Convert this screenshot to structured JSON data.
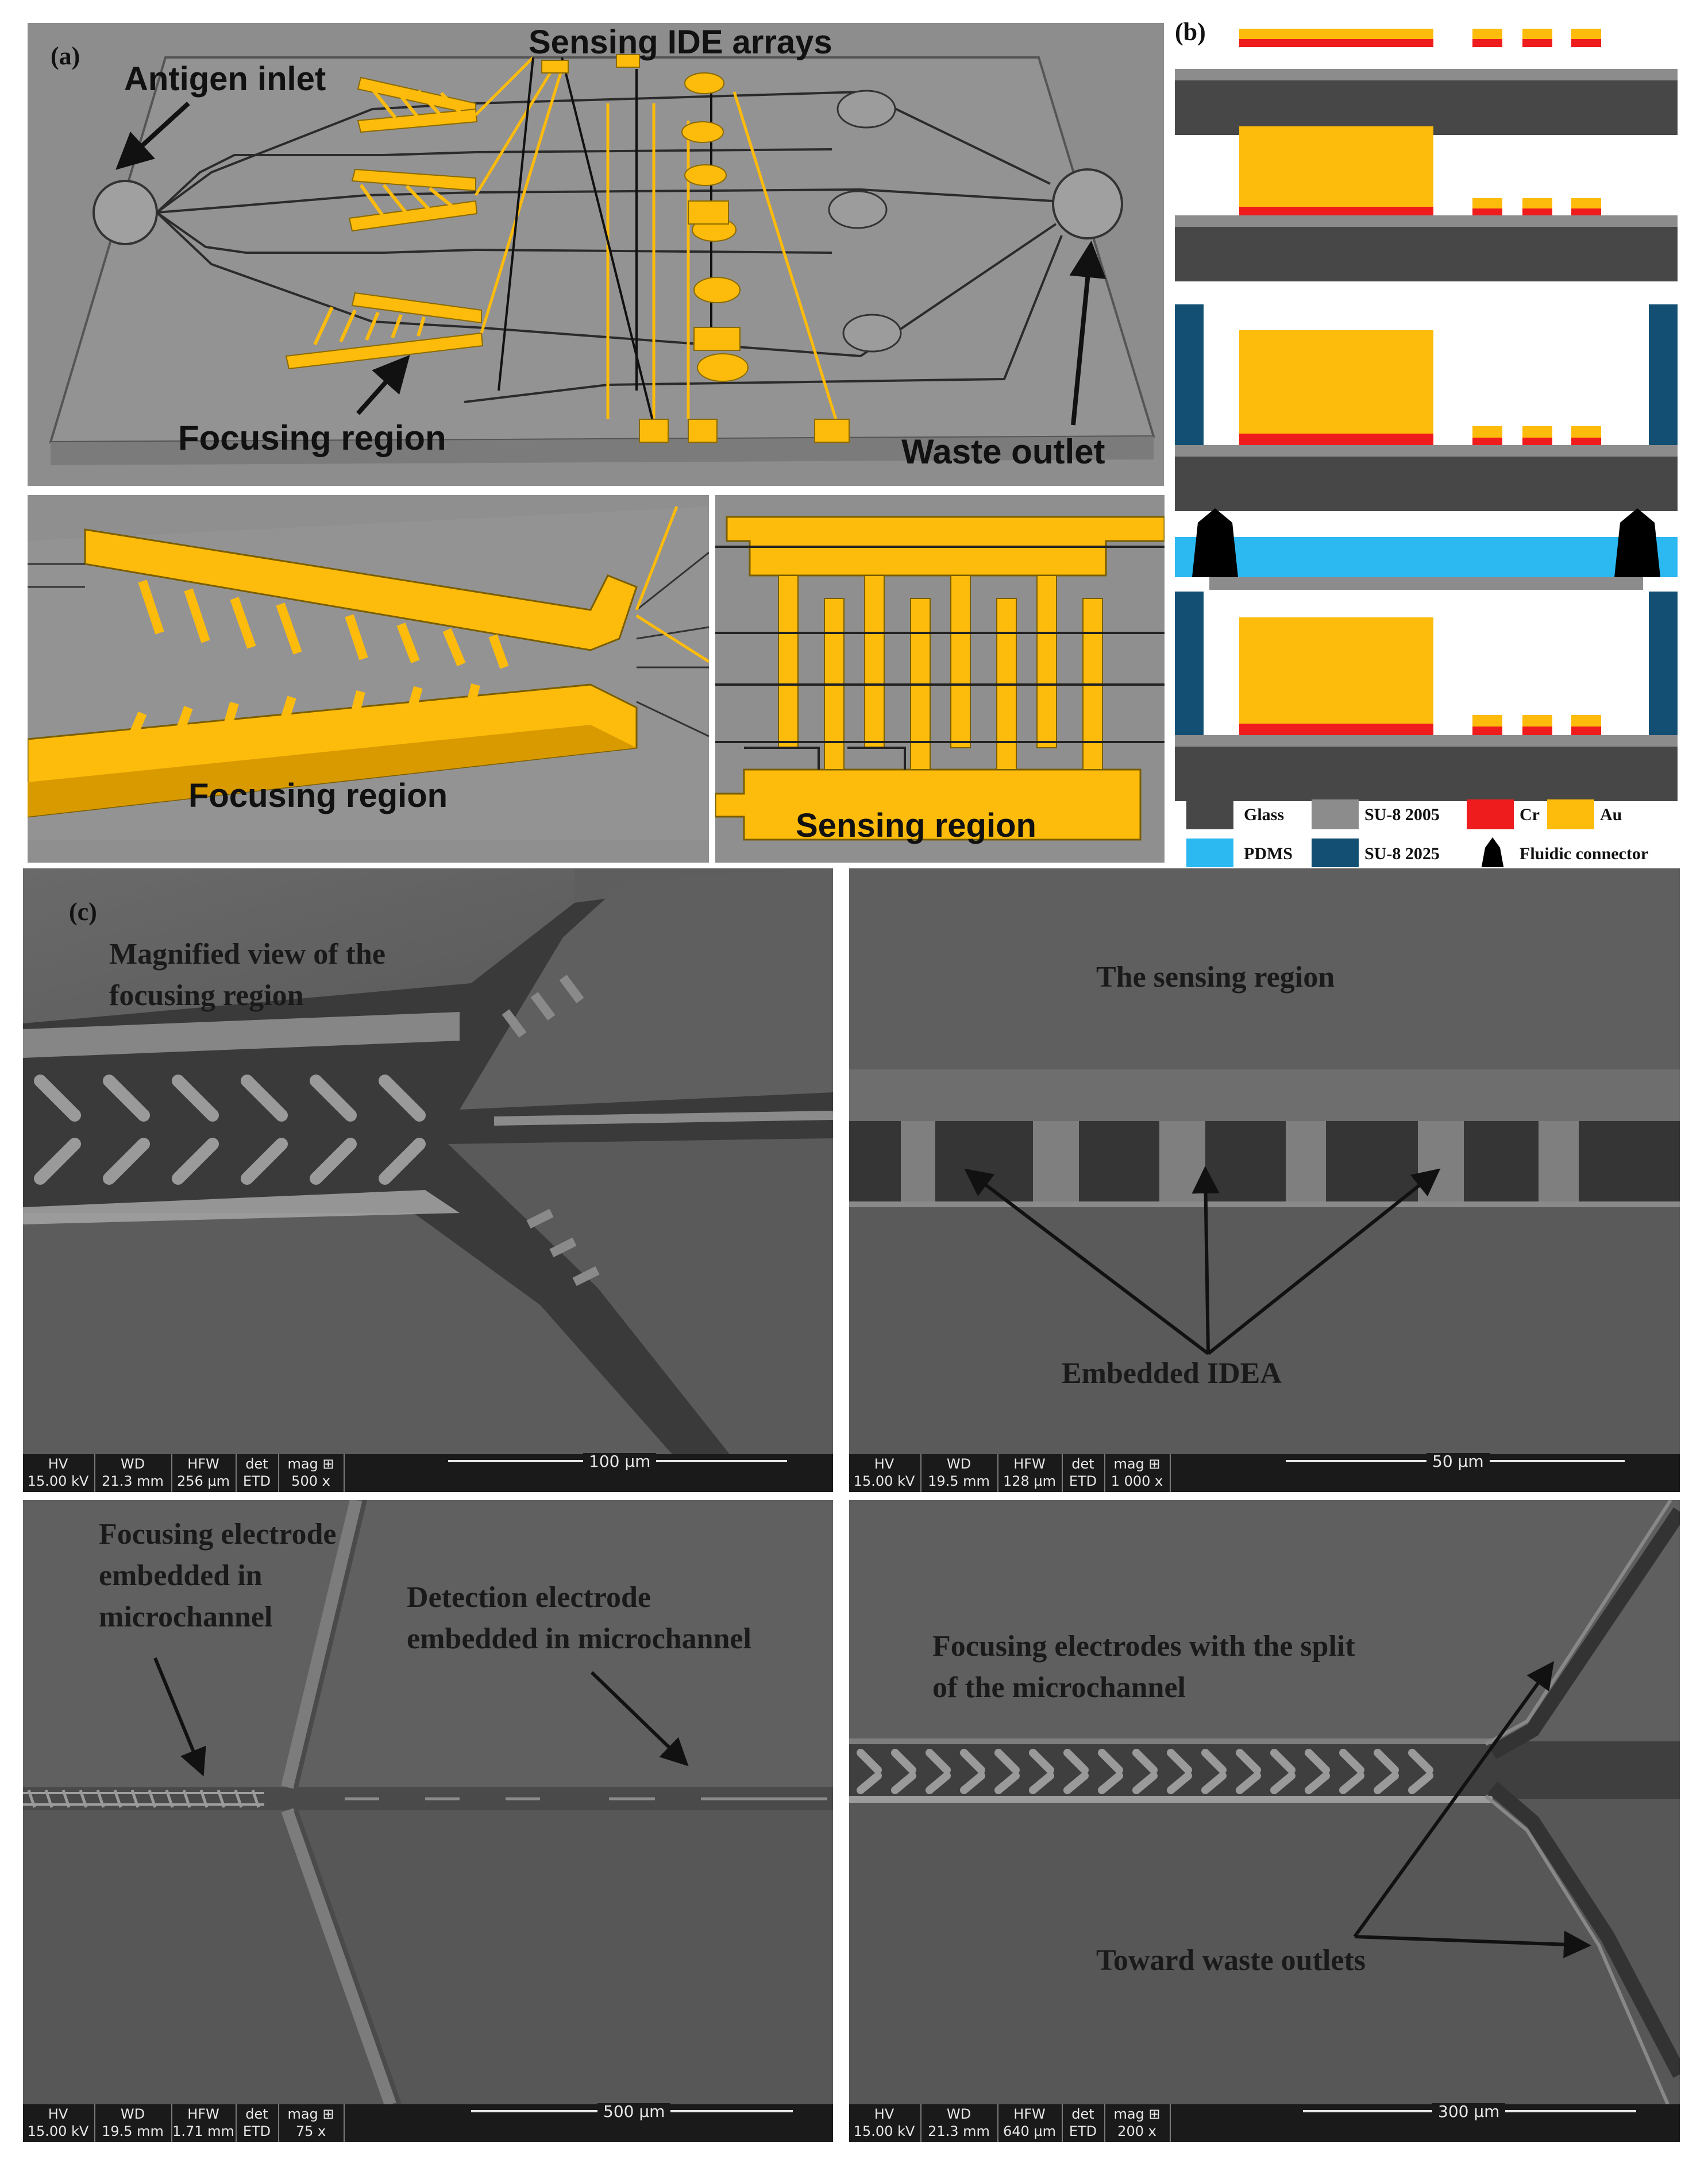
{
  "panel_a": {
    "label": "(a)",
    "antigen_inlet": "Antigen inlet",
    "sensing_ide_arrays": "Sensing IDE arrays",
    "focusing_region": "Focusing region",
    "waste_outlet": "Waste outlet"
  },
  "zoom_focusing": {
    "label": "Focusing region"
  },
  "zoom_sensing": {
    "label": "Sensing region"
  },
  "panel_b": {
    "label": "(b)",
    "legend": [
      {
        "name": "Glass",
        "color": "#474747"
      },
      {
        "name": "SU-8 2005",
        "color": "#8c8c8c"
      },
      {
        "name": "Cr",
        "color": "#ee1c1c"
      },
      {
        "name": "Au",
        "color": "#fdbb0b"
      },
      {
        "name": "PDMS",
        "color": "#2cb8f1"
      },
      {
        "name": "SU-8 2025",
        "color": "#124f73"
      },
      {
        "name": "Fluidic connector",
        "color": "#000000"
      }
    ]
  },
  "panel_c": {
    "label": "(c)",
    "sem1": {
      "caption_line1": "Magnified view of the",
      "caption_line2": "focusing region",
      "bar": {
        "hv": "15.00 kV",
        "wd": "21.3 mm",
        "hfw": "256 µm",
        "det": "ETD",
        "mag": "500 x",
        "scale": "100 µm"
      }
    },
    "sem2": {
      "caption": "The sensing region",
      "annotation": "Embedded IDEA",
      "bar": {
        "hv": "15.00 kV",
        "wd": "19.5 mm",
        "hfw": "128 µm",
        "det": "ETD",
        "mag": "1 000 x",
        "scale": "50 µm"
      }
    },
    "sem3": {
      "focus_line1": "Focusing electrode",
      "focus_line2": "embedded in",
      "focus_line3": "microchannel",
      "detect_line1": "Detection electrode",
      "detect_line2": "embedded in microchannel",
      "bar": {
        "hv": "15.00 kV",
        "wd": "19.5 mm",
        "hfw": "1.71 mm",
        "det": "ETD",
        "mag": "75 x",
        "scale": "500 µm"
      }
    },
    "sem4": {
      "split_line1": "Focusing electrodes with the split",
      "split_line2": "of the microchannel",
      "toward": "Toward waste outlets",
      "bar": {
        "hv": "15.00 kV",
        "wd": "21.3 mm",
        "hfw": "640 µm",
        "det": "ETD",
        "mag": "200 x",
        "scale": "300 µm"
      }
    },
    "bar_headers": {
      "hv": "HV",
      "wd": "WD",
      "hfw": "HFW",
      "det": "det",
      "mag": "mag ⊞"
    }
  }
}
